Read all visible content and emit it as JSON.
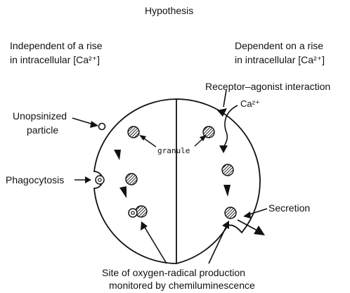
{
  "title": "Hypothesis",
  "left_header": [
    "Independent of a rise",
    "in intracellular [Ca²⁺]"
  ],
  "right_header": [
    "Dependent on a rise",
    "in intracellular [Ca²⁺]"
  ],
  "labels": {
    "receptor": "Receptor–agonist interaction",
    "calcium": "Ca²⁺",
    "unopsonized": [
      "Unopsinized",
      "particle"
    ],
    "granule": "granule",
    "phagocytosis": "Phagocytosis",
    "secretion": "Secretion",
    "footer": [
      "Site of oxygen-radical production",
      "monitored by chemiluminescence"
    ]
  }
}
